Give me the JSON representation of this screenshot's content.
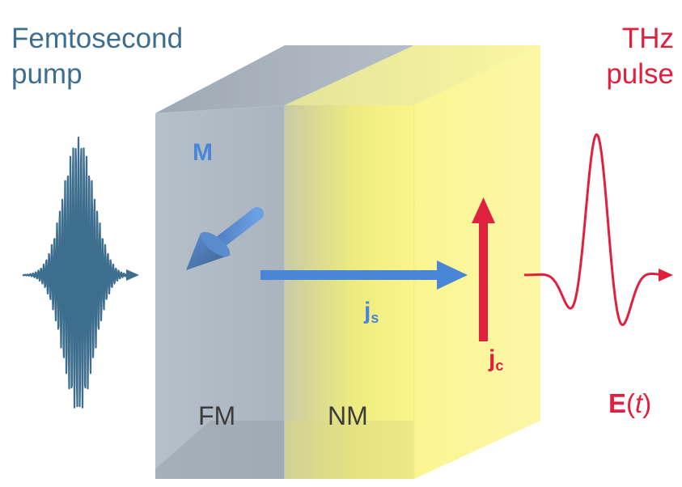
{
  "pump": {
    "line1": "Femtosecond",
    "line2": "pump"
  },
  "thz": {
    "line1": "THz",
    "line2": "pulse"
  },
  "magnetization": {
    "label": "M"
  },
  "spin_current": {
    "main": "j",
    "sub": "s"
  },
  "charge_current": {
    "main": "j",
    "sub": "c"
  },
  "layers": {
    "fm": "FM",
    "nm": "NM"
  },
  "field": {
    "symbol": "E",
    "open": "(",
    "var": "t",
    "close": ")"
  },
  "colors": {
    "pump": "#3e6e8e",
    "thz": "#e0203f",
    "spin": "#4a86d8",
    "fm_layer": "#b9c3cc",
    "nm_layer": "#f5f08a"
  },
  "icons": {
    "magnetization_arrow": "cone-arrow-icon",
    "spin_current_arrow": "right-arrow-icon",
    "charge_current_arrow": "up-arrow-icon"
  }
}
